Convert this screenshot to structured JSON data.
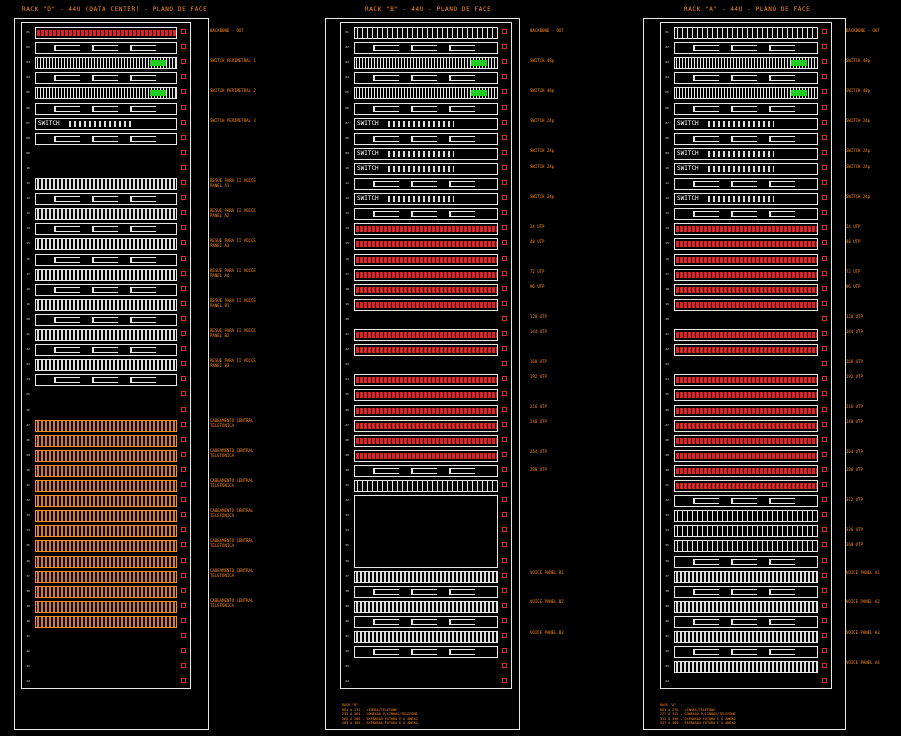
{
  "racks": {
    "d": {
      "title": "RACK \"D\" - 44U (DATA CENTER) - PLANO DE FACE",
      "labels": [
        "BACKBONE - OUT",
        "SWITCH PERIMETRAL 1",
        "SWITCH PERIMETRAL 2",
        "SWITCH PERIMETRAL 3",
        "RESUE PARA II VOICE PANEL A1",
        "RESUE PARA II VOICE PANEL A2",
        "RESUE PARA II VOICE PANEL A3",
        "RESUE PARA II VOICE PANEL A4",
        "RESUE PARA II VOICE PANEL B1",
        "RESUE PARA II VOICE PANEL B2",
        "RESUE PARA II VOICE PANEL B3",
        "CABEAMENTO CENTRAL TELEFONICA",
        "CABEAMENTO CENTRAL TELEFONICA",
        "CABEAMENTO CENTRAL TELEFONICA",
        "CABEAMENTO CENTRAL TELEFONICA",
        "CABEAMENTO CENTRAL TELEFONICA",
        "CABEAMENTO CENTRAL TELEFONICA",
        "CABEAMENTO CENTRAL TELEFONICA"
      ]
    },
    "b": {
      "title": "RACK \"B\" - 44U - PLANO DE FACE",
      "labels": [
        "BACKBONE - OUT",
        "SWITCH 48p",
        "SWITCH 48p",
        "SWITCH 24p",
        "SWITCH 24p",
        "SWITCH 24p",
        "SWITCH 24p",
        "24 UTP",
        "48 UTP",
        "72 UTP",
        "96 UTP",
        "120 UTP",
        "144 UTP",
        "168 UTP",
        "192 UTP",
        "216 UTP",
        "240 UTP",
        "264 UTP",
        "288 UTP",
        "VOICE PANEL B1",
        "VOICE PANEL B2",
        "VOICE PANEL B3"
      ],
      "note": "RACK \"B\"\n001 A 232 - LINHAS/TELEFONE\n233 A 264 - CONEXAO P/LINHAS/TELEFONE\n265 A 288 - EXPANSAO FUTURA E O ANEXO\n289 A 300 - EXPANSAO FUTURA E O ANEXO"
    },
    "a": {
      "title": "RACK \"A\" - 44U - PLANO DE FACE",
      "labels": [
        "BACKBONE - OUT",
        "SWITCH 48p",
        "SWITCH 48p",
        "SWITCH 24p",
        "SWITCH 24p",
        "SWITCH 24p",
        "SWITCH 24p",
        "24 UTP",
        "48 UTP",
        "72 UTP",
        "96 UTP",
        "120 UTP",
        "144 UTP",
        "168 UTP",
        "192 UTP",
        "216 UTP",
        "240 UTP",
        "264 UTP",
        "288 UTP",
        "312 UTP",
        "336 UTP",
        "360 UTP",
        "VOICE PANEL A1",
        "VOICE PANEL A2",
        "VOICE PANEL A3",
        "VOICE PANEL A4"
      ],
      "note": "RACK \"A\"\n001 A 276 - LINHAS/TELEFONE\n277 A 312 - CONEXAO P/LINHAS/TELEFONE\n313 A 336 - EXPANSAO FUTURA E O ANEXO\n337 A 360 - EXPANSAO FUTURA E O ANEXO"
    }
  },
  "colors": {
    "frame": "#e8e8e8",
    "label": "#ff8c1a",
    "patch_red": "#e02222",
    "telephony_orange": "#d97a1a",
    "switch_green": "#22cc22"
  }
}
